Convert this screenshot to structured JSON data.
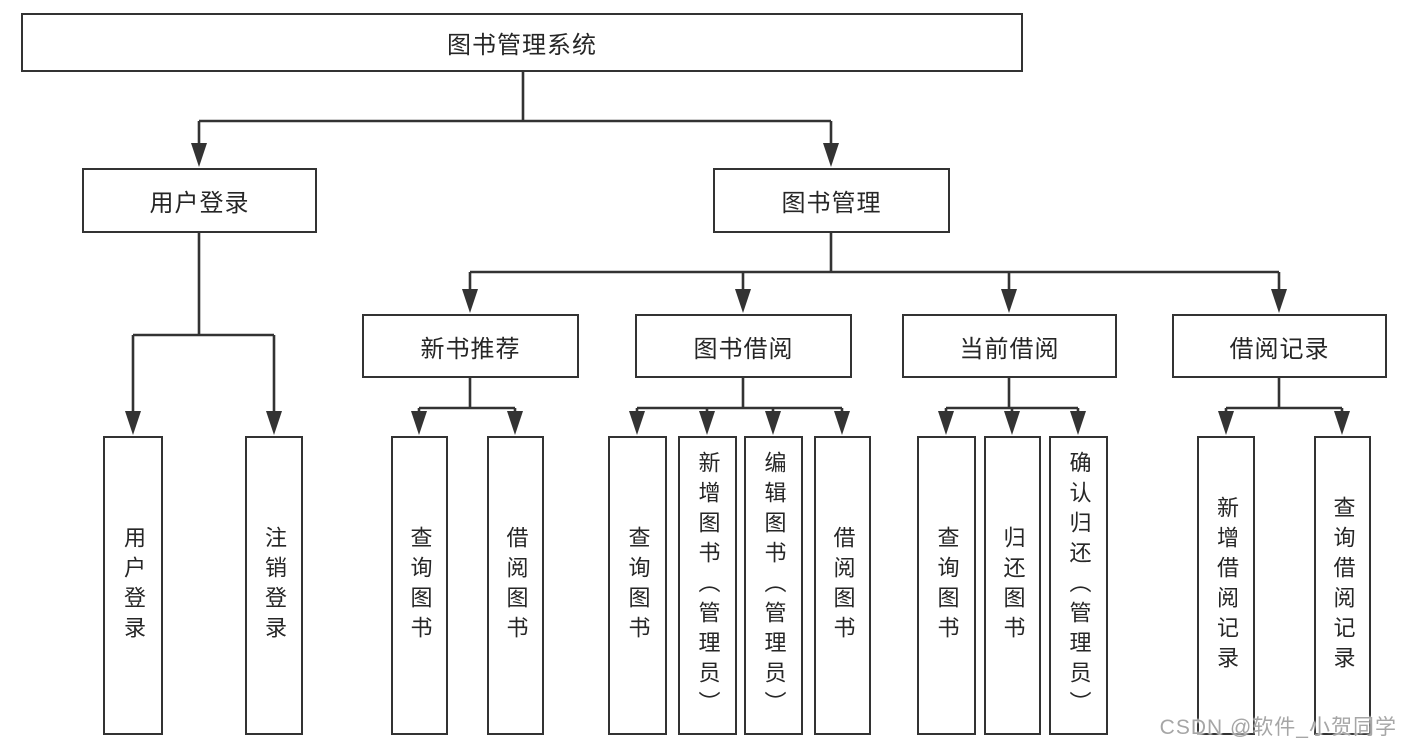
{
  "diagram_title": "图书管理系统",
  "tree": {
    "root": {
      "label": "图书管理系统"
    },
    "branches": [
      {
        "label": "用户登录",
        "children": [
          {
            "label": "用户登录"
          },
          {
            "label": "注销登录"
          }
        ]
      },
      {
        "label": "图书管理",
        "children": [
          {
            "label": "新书推荐",
            "children": [
              {
                "label": "查询图书"
              },
              {
                "label": "借阅图书"
              }
            ]
          },
          {
            "label": "图书借阅",
            "children": [
              {
                "label": "查询图书"
              },
              {
                "label": "新增图书（管理员）"
              },
              {
                "label": "编辑图书（管理员）"
              },
              {
                "label": "借阅图书"
              }
            ]
          },
          {
            "label": "当前借阅",
            "children": [
              {
                "label": "查询图书"
              },
              {
                "label": "归还图书"
              },
              {
                "label": "确认归还（管理员）"
              }
            ]
          },
          {
            "label": "借阅记录",
            "children": [
              {
                "label": "新增借阅记录"
              },
              {
                "label": "查询借阅记录"
              }
            ]
          }
        ]
      }
    ]
  },
  "watermark": "CSDN @软件_小贺同学",
  "colors": {
    "line": "#333333",
    "box_border": "#333333",
    "text": "#262626",
    "watermark": "#a6a6a6",
    "background": "#ffffff"
  }
}
